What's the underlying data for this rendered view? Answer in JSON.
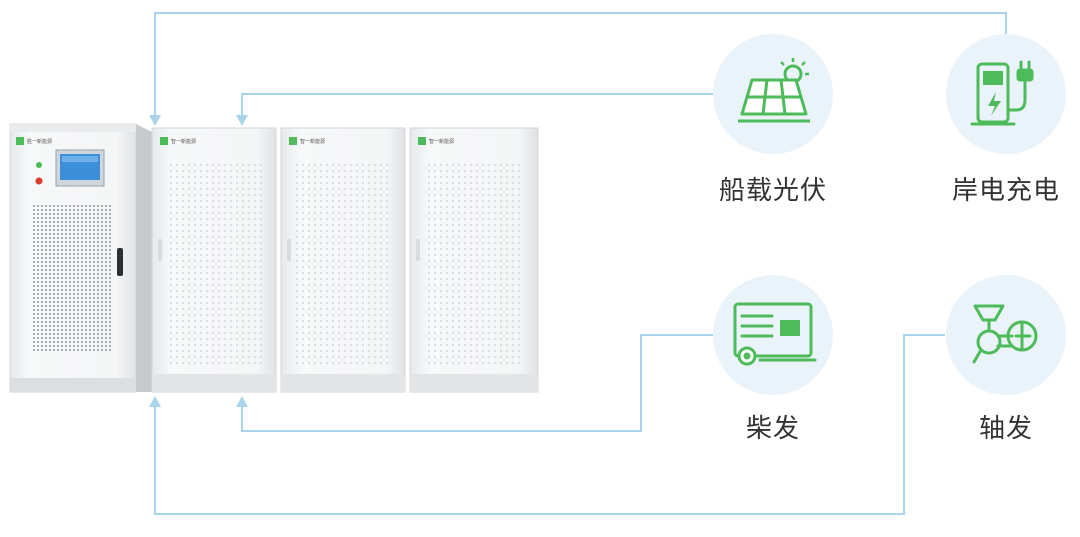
{
  "colors": {
    "connector": "#a9d4ec",
    "icon_green": "#4dbb5a",
    "icon_bg": "#eaf3f9",
    "cabinet": "#f2f3f4"
  },
  "nodes": {
    "solar": {
      "label": "船载光伏",
      "icon": "solar-panel-icon"
    },
    "shore": {
      "label": "岸电充电",
      "icon": "charging-station-icon"
    },
    "diesel": {
      "label": "柴发",
      "icon": "generator-icon"
    },
    "shaft": {
      "label": "轴发",
      "icon": "shaft-generator-icon"
    }
  },
  "cabinets": {
    "brand_main": "胜一新能源",
    "brand": "智一新能源"
  }
}
